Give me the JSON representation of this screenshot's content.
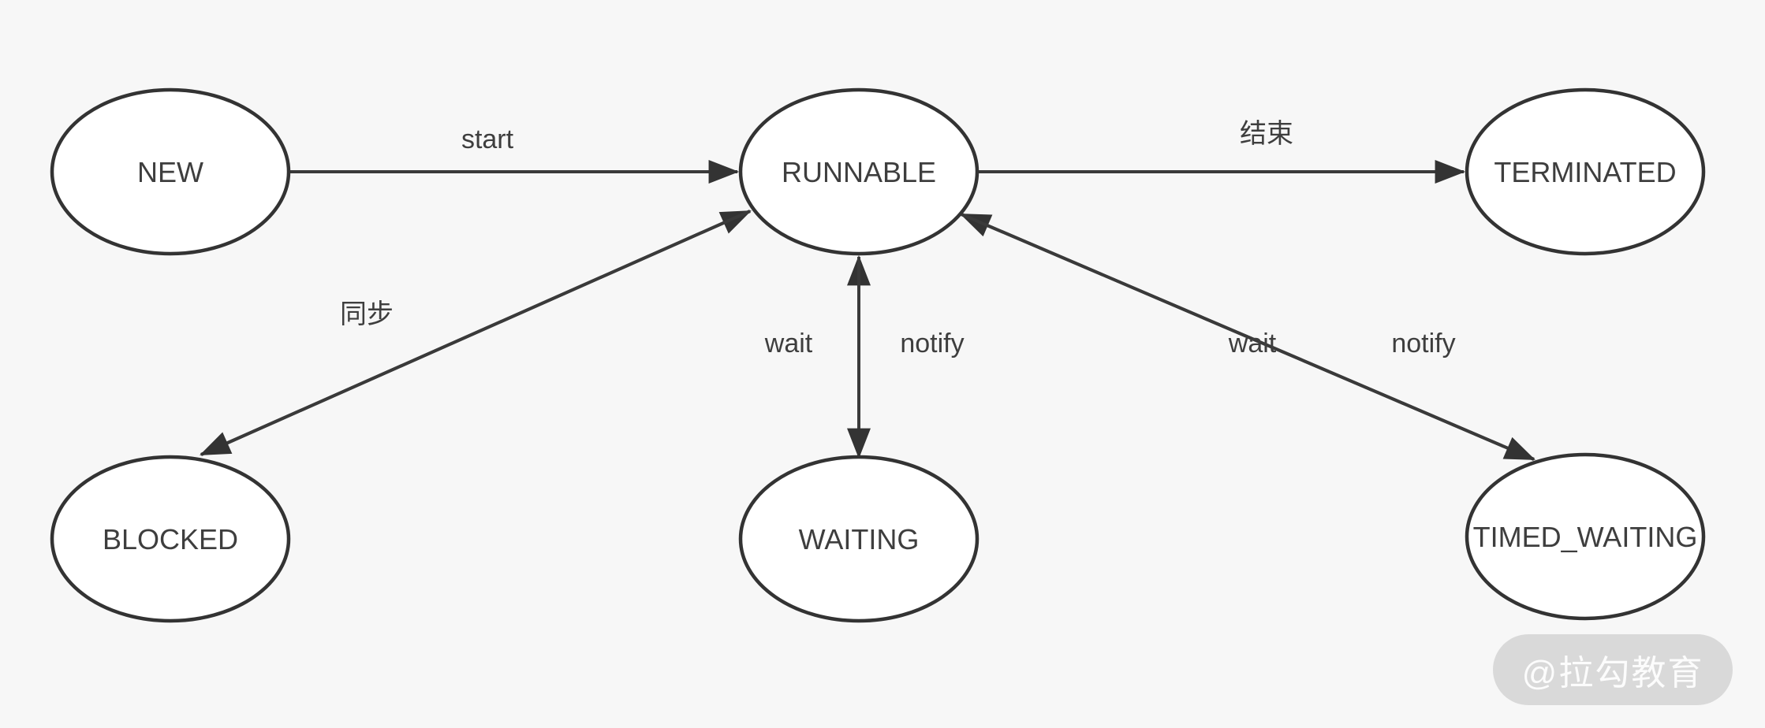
{
  "diagram": {
    "type": "state-diagram",
    "subject": "Java thread state transitions",
    "colors": {
      "background": "#f7f7f7",
      "node_fill": "#ffffff",
      "stroke": "#333333",
      "text": "#3e3e3e",
      "watermark_bg": "#d9d9d9",
      "watermark_text": "#ffffff"
    },
    "nodes": [
      {
        "id": "new",
        "label": "NEW"
      },
      {
        "id": "runnable",
        "label": "RUNNABLE"
      },
      {
        "id": "terminated",
        "label": "TERMINATED"
      },
      {
        "id": "blocked",
        "label": "BLOCKED"
      },
      {
        "id": "waiting",
        "label": "WAITING"
      },
      {
        "id": "timed_waiting",
        "label": "TIMED_WAITING"
      }
    ],
    "edges": [
      {
        "from": "new",
        "to": "runnable",
        "label": "start",
        "direction": "forward"
      },
      {
        "from": "runnable",
        "to": "terminated",
        "label": "结束",
        "direction": "forward"
      },
      {
        "from": "runnable",
        "to": "blocked",
        "label": "同步",
        "direction": "both"
      },
      {
        "from": "runnable",
        "to": "waiting",
        "labels": [
          "wait",
          "notify"
        ],
        "direction": "both"
      },
      {
        "from": "runnable",
        "to": "timed_waiting",
        "labels": [
          "wait",
          "notify"
        ],
        "direction": "both"
      }
    ],
    "watermark": {
      "text": "@拉勾教育"
    }
  }
}
